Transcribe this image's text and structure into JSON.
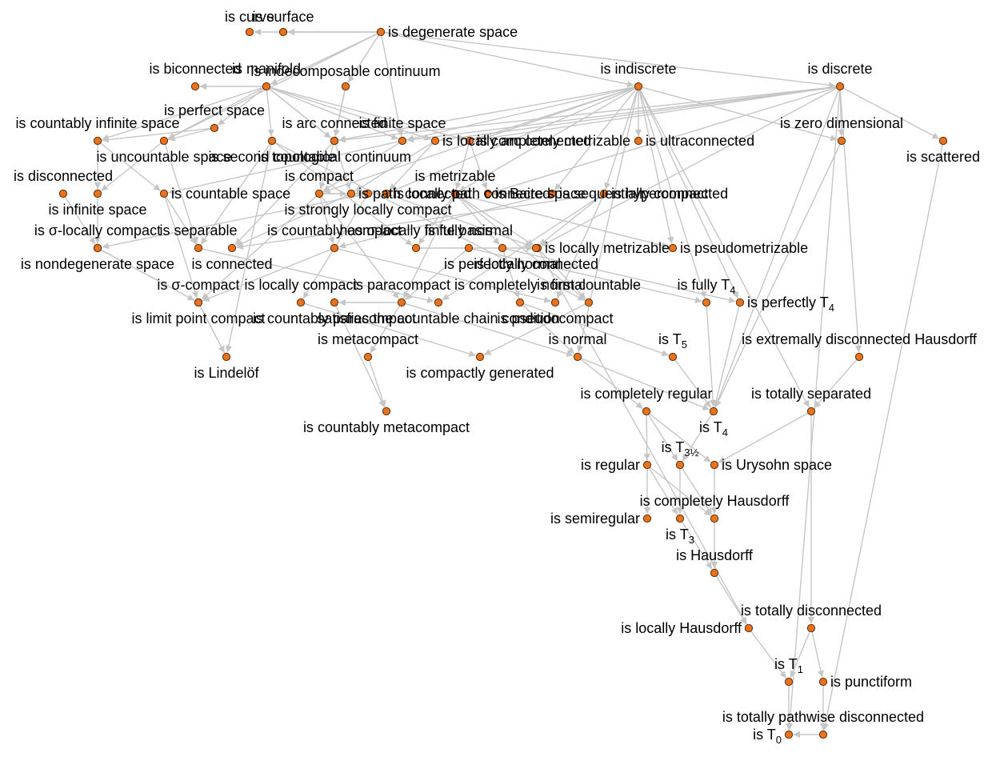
{
  "colors": {
    "node": "#e8731c",
    "node_stroke": "#5a2a08",
    "edge": "#c6c6c6",
    "text": "#000000"
  },
  "nodes": [
    {
      "id": "curve",
      "label": "is curve"
    },
    {
      "id": "surface",
      "label": "is surface"
    },
    {
      "id": "degenerate",
      "label": "is degenerate space"
    },
    {
      "id": "biconnected",
      "label": "is biconnected"
    },
    {
      "id": "manifold",
      "label": "is manifold"
    },
    {
      "id": "indecomposable",
      "label": "is indecomposable continuum"
    },
    {
      "id": "indiscrete",
      "label": "is indiscrete"
    },
    {
      "id": "discrete",
      "label": "is discrete"
    },
    {
      "id": "perfect",
      "label": "is perfect space"
    },
    {
      "id": "countably_infinite",
      "label": "is countably infinite space"
    },
    {
      "id": "arc_connected",
      "label": "is arc connected"
    },
    {
      "id": "finite",
      "label": "is finite space"
    },
    {
      "id": "locally_arc",
      "label": "is locally arc connected"
    },
    {
      "id": "zero_dim",
      "label": "is zero dimensional"
    },
    {
      "id": "ultraconnected",
      "label": "is ultraconnected"
    },
    {
      "id": "scattered",
      "label": "is scattered"
    },
    {
      "id": "uncountable",
      "label": "is uncountable space"
    },
    {
      "id": "topological_continuum",
      "label": "is topological continuum"
    },
    {
      "id": "completely_metrizable",
      "label": "is completely metrizable"
    },
    {
      "id": "second_countable",
      "label": "is second countable"
    },
    {
      "id": "metrizable",
      "label": "is metrizable"
    },
    {
      "id": "disconnected",
      "label": "is disconnected"
    },
    {
      "id": "compact",
      "label": "is compact"
    },
    {
      "id": "locally_path",
      "label": "is locally path connected"
    },
    {
      "id": "sequentially_compact",
      "label": "is sequentially compact"
    },
    {
      "id": "hyperconnected",
      "label": "is hyperconnected"
    },
    {
      "id": "infinite",
      "label": "is infinite space"
    },
    {
      "id": "countable_space",
      "label": "is countable space"
    },
    {
      "id": "path_connected",
      "label": "is path connected"
    },
    {
      "id": "baire",
      "label": "is Baire space"
    },
    {
      "id": "strongly_locally_compact",
      "label": "is strongly locally compact"
    },
    {
      "id": "sigma_locally_compact",
      "label": "is σ-locally compact"
    },
    {
      "id": "separable",
      "label": "is separable"
    },
    {
      "id": "sigma_locally_finite_basis",
      "label": "has σ-locally finite basis"
    },
    {
      "id": "countably_compact",
      "label": "is countably compact"
    },
    {
      "id": "fully_normal",
      "label": "is fully normal"
    },
    {
      "id": "locally_metrizable",
      "label": "is locally metrizable"
    },
    {
      "id": "pseudometrizable",
      "label": "is pseudometrizable"
    },
    {
      "id": "perfectly_normal",
      "label": "is perfectly normal"
    },
    {
      "id": "locally_connected",
      "label": "is locally connected"
    },
    {
      "id": "nondegenerate",
      "label": "is nondegenerate space"
    },
    {
      "id": "connected",
      "label": "is connected"
    },
    {
      "id": "sigma_compact",
      "label": "is σ-compact"
    },
    {
      "id": "paracompact",
      "label": "is paracompact"
    },
    {
      "id": "completely_normal",
      "label": "is completely normal"
    },
    {
      "id": "first_countable",
      "label": "is first countable"
    },
    {
      "id": "fully_T4",
      "label": "is fully T",
      "sub": "4"
    },
    {
      "id": "locally_compact",
      "label": "is locally compact"
    },
    {
      "id": "perfectly_T4",
      "label": "is perfectly T",
      "sub": "4"
    },
    {
      "id": "limit_point_compact",
      "label": "is limit point compact"
    },
    {
      "id": "ccc",
      "label": "satisfies the countable chain condition"
    },
    {
      "id": "pseudocompact",
      "label": "is pseudocompact"
    },
    {
      "id": "countably_paracompact",
      "label": "is countably paracompact"
    },
    {
      "id": "T5",
      "label": "is T",
      "sub": "5"
    },
    {
      "id": "extremally_disconnected",
      "label": "is extremally disconnected Hausdorff"
    },
    {
      "id": "metacompact",
      "label": "is metacompact"
    },
    {
      "id": "normal",
      "label": "is normal"
    },
    {
      "id": "lindelof",
      "label": "is Lindelöf"
    },
    {
      "id": "compactly_generated",
      "label": "is compactly generated"
    },
    {
      "id": "completely_regular",
      "label": "is completely regular"
    },
    {
      "id": "totally_separated",
      "label": "is totally separated"
    },
    {
      "id": "T4",
      "label": "is T",
      "sub": "4"
    },
    {
      "id": "countably_metacompact",
      "label": "is countably metacompact"
    },
    {
      "id": "T3half",
      "label": "is T",
      "sub": "3½"
    },
    {
      "id": "regular",
      "label": "is regular"
    },
    {
      "id": "urysohn",
      "label": "is Urysohn space"
    },
    {
      "id": "completely_hausdorff",
      "label": "is completely Hausdorff"
    },
    {
      "id": "semiregular",
      "label": "is semiregular"
    },
    {
      "id": "T3",
      "label": "is T",
      "sub": "3"
    },
    {
      "id": "hausdorff",
      "label": "is Hausdorff"
    },
    {
      "id": "totally_disconnected",
      "label": "is totally disconnected"
    },
    {
      "id": "locally_hausdorff",
      "label": "is locally Hausdorff"
    },
    {
      "id": "T1",
      "label": "is T",
      "sub": "1"
    },
    {
      "id": "punctiform",
      "label": "is punctiform"
    },
    {
      "id": "totally_pathwise_disconnected",
      "label": "is totally pathwise disconnected"
    },
    {
      "id": "T0",
      "label": "is T",
      "sub": "0"
    }
  ],
  "edges": [
    [
      "degenerate",
      "manifold"
    ],
    [
      "degenerate",
      "indecomposable"
    ],
    [
      "degenerate",
      "indiscrete"
    ],
    [
      "degenerate",
      "discrete"
    ],
    [
      "degenerate",
      "uncountable"
    ],
    [
      "degenerate",
      "finite"
    ],
    [
      "degenerate",
      "curve"
    ],
    [
      "degenerate",
      "surface"
    ],
    [
      "manifold",
      "biconnected"
    ],
    [
      "manifold",
      "perfect"
    ],
    [
      "manifold",
      "countably_infinite"
    ],
    [
      "manifold",
      "arc_connected"
    ],
    [
      "manifold",
      "finite"
    ],
    [
      "manifold",
      "locally_arc"
    ],
    [
      "manifold",
      "uncountable"
    ],
    [
      "manifold",
      "topological_continuum"
    ],
    [
      "manifold",
      "completely_metrizable"
    ],
    [
      "manifold",
      "second_countable"
    ],
    [
      "indecomposable",
      "topological_continuum"
    ],
    [
      "indecomposable",
      "arc_connected"
    ],
    [
      "indiscrete",
      "finite"
    ],
    [
      "indiscrete",
      "ultraconnected"
    ],
    [
      "indiscrete",
      "zero_dim"
    ],
    [
      "indiscrete",
      "completely_metrizable"
    ],
    [
      "indiscrete",
      "metrizable"
    ],
    [
      "indiscrete",
      "sequentially_compact"
    ],
    [
      "indiscrete",
      "hyperconnected"
    ],
    [
      "indiscrete",
      "compact"
    ],
    [
      "indiscrete",
      "locally_path"
    ],
    [
      "indiscrete",
      "pseudometrizable"
    ],
    [
      "indiscrete",
      "fully_T4"
    ],
    [
      "indiscrete",
      "perfectly_T4"
    ],
    [
      "indiscrete",
      "normal"
    ],
    [
      "indiscrete",
      "topological_continuum"
    ],
    [
      "indiscrete",
      "totally_separated"
    ],
    [
      "discrete",
      "zero_dim"
    ],
    [
      "discrete",
      "scattered"
    ],
    [
      "discrete",
      "locally_arc"
    ],
    [
      "discrete",
      "finite"
    ],
    [
      "discrete",
      "extremally_disconnected"
    ],
    [
      "discrete",
      "completely_metrizable"
    ],
    [
      "discrete",
      "arc_connected"
    ],
    [
      "discrete",
      "baire"
    ],
    [
      "discrete",
      "locally_metrizable"
    ],
    [
      "discrete",
      "T0"
    ],
    [
      "discrete",
      "T4"
    ],
    [
      "perfect",
      "uncountable"
    ],
    [
      "perfect",
      "countably_infinite"
    ],
    [
      "countably_infinite",
      "countable_space"
    ],
    [
      "countably_infinite",
      "infinite"
    ],
    [
      "uncountable",
      "infinite"
    ],
    [
      "uncountable",
      "separable"
    ],
    [
      "disconnected",
      "nondegenerate"
    ],
    [
      "infinite",
      "nondegenerate"
    ],
    [
      "arc_connected",
      "path_connected"
    ],
    [
      "finite",
      "compact"
    ],
    [
      "finite",
      "countable_space"
    ],
    [
      "locally_arc",
      "locally_path"
    ],
    [
      "locally_arc",
      "path_connected"
    ],
    [
      "topological_continuum",
      "compact"
    ],
    [
      "topological_continuum",
      "connected"
    ],
    [
      "second_countable",
      "separable"
    ],
    [
      "second_countable",
      "sigma_locally_finite_basis"
    ],
    [
      "second_countable",
      "lindelof"
    ],
    [
      "second_countable",
      "first_countable"
    ],
    [
      "completely_metrizable",
      "metrizable"
    ],
    [
      "completely_metrizable",
      "baire"
    ],
    [
      "metrizable",
      "sigma_locally_finite_basis"
    ],
    [
      "metrizable",
      "paracompact"
    ],
    [
      "metrizable",
      "first_countable"
    ],
    [
      "metrizable",
      "perfectly_normal"
    ],
    [
      "metrizable",
      "locally_metrizable"
    ],
    [
      "metrizable",
      "pseudometrizable"
    ],
    [
      "compact",
      "sigma_compact"
    ],
    [
      "compact",
      "countably_compact"
    ],
    [
      "compact",
      "paracompact"
    ],
    [
      "compact",
      "strongly_locally_compact"
    ],
    [
      "compact",
      "path_connected"
    ],
    [
      "locally_path",
      "locally_connected"
    ],
    [
      "locally_path",
      "path_connected"
    ],
    [
      "sequentially_compact",
      "countably_compact"
    ],
    [
      "sequentially_compact",
      "baire"
    ],
    [
      "hyperconnected",
      "connected"
    ],
    [
      "hyperconnected",
      "pseudocompact"
    ],
    [
      "hyperconnected",
      "locally_connected"
    ],
    [
      "hyperconnected",
      "ccc"
    ],
    [
      "zero_dim",
      "T4"
    ],
    [
      "scattered",
      "totally_pathwise_disconnected"
    ],
    [
      "countable_space",
      "separable"
    ],
    [
      "countable_space",
      "sigma_compact"
    ],
    [
      "path_connected",
      "connected"
    ],
    [
      "strongly_locally_compact",
      "locally_compact"
    ],
    [
      "strongly_locally_compact",
      "sigma_locally_compact"
    ],
    [
      "separable",
      "ccc"
    ],
    [
      "sigma_locally_finite_basis",
      "locally_metrizable"
    ],
    [
      "countably_compact",
      "limit_point_compact"
    ],
    [
      "countably_compact",
      "pseudocompact"
    ],
    [
      "fully_normal",
      "paracompact"
    ],
    [
      "fully_normal",
      "fully_T4"
    ],
    [
      "perfectly_normal",
      "completely_normal"
    ],
    [
      "perfectly_normal",
      "perfectly_T4"
    ],
    [
      "locally_metrizable",
      "first_countable"
    ],
    [
      "locally_metrizable",
      "locally_hausdorff"
    ],
    [
      "nondegenerate",
      "sigma_compact"
    ],
    [
      "sigma_compact",
      "lindelof"
    ],
    [
      "sigma_locally_compact",
      "sigma_compact"
    ],
    [
      "paracompact",
      "metacompact"
    ],
    [
      "paracompact",
      "countably_paracompact"
    ],
    [
      "paracompact",
      "normal"
    ],
    [
      "completely_normal",
      "normal"
    ],
    [
      "completely_normal",
      "T5"
    ],
    [
      "first_countable",
      "compactly_generated"
    ],
    [
      "locally_compact",
      "compactly_generated"
    ],
    [
      "limit_point_compact",
      "lindelof"
    ],
    [
      "fully_T4",
      "T4"
    ],
    [
      "perfectly_T4",
      "T4"
    ],
    [
      "T5",
      "T4"
    ],
    [
      "metacompact",
      "countably_metacompact"
    ],
    [
      "countably_paracompact",
      "countably_metacompact"
    ],
    [
      "normal",
      "completely_regular"
    ],
    [
      "normal",
      "T4"
    ],
    [
      "extremally_disconnected",
      "totally_separated"
    ],
    [
      "completely_regular",
      "regular"
    ],
    [
      "completely_regular",
      "T3half"
    ],
    [
      "completely_regular",
      "urysohn"
    ],
    [
      "totally_separated",
      "urysohn"
    ],
    [
      "totally_separated",
      "totally_disconnected"
    ],
    [
      "T4",
      "T3half"
    ],
    [
      "T3half",
      "completely_hausdorff"
    ],
    [
      "T3half",
      "T3"
    ],
    [
      "regular",
      "semiregular"
    ],
    [
      "regular",
      "T3"
    ],
    [
      "regular",
      "completely_hausdorff"
    ],
    [
      "urysohn",
      "completely_hausdorff"
    ],
    [
      "completely_hausdorff",
      "hausdorff"
    ],
    [
      "T3",
      "hausdorff"
    ],
    [
      "hausdorff",
      "locally_hausdorff"
    ],
    [
      "locally_hausdorff",
      "T1"
    ],
    [
      "totally_disconnected",
      "T1"
    ],
    [
      "totally_disconnected",
      "punctiform"
    ],
    [
      "T1",
      "T0"
    ],
    [
      "punctiform",
      "totally_pathwise_disconnected"
    ],
    [
      "totally_pathwise_disconnected",
      "T0"
    ]
  ]
}
